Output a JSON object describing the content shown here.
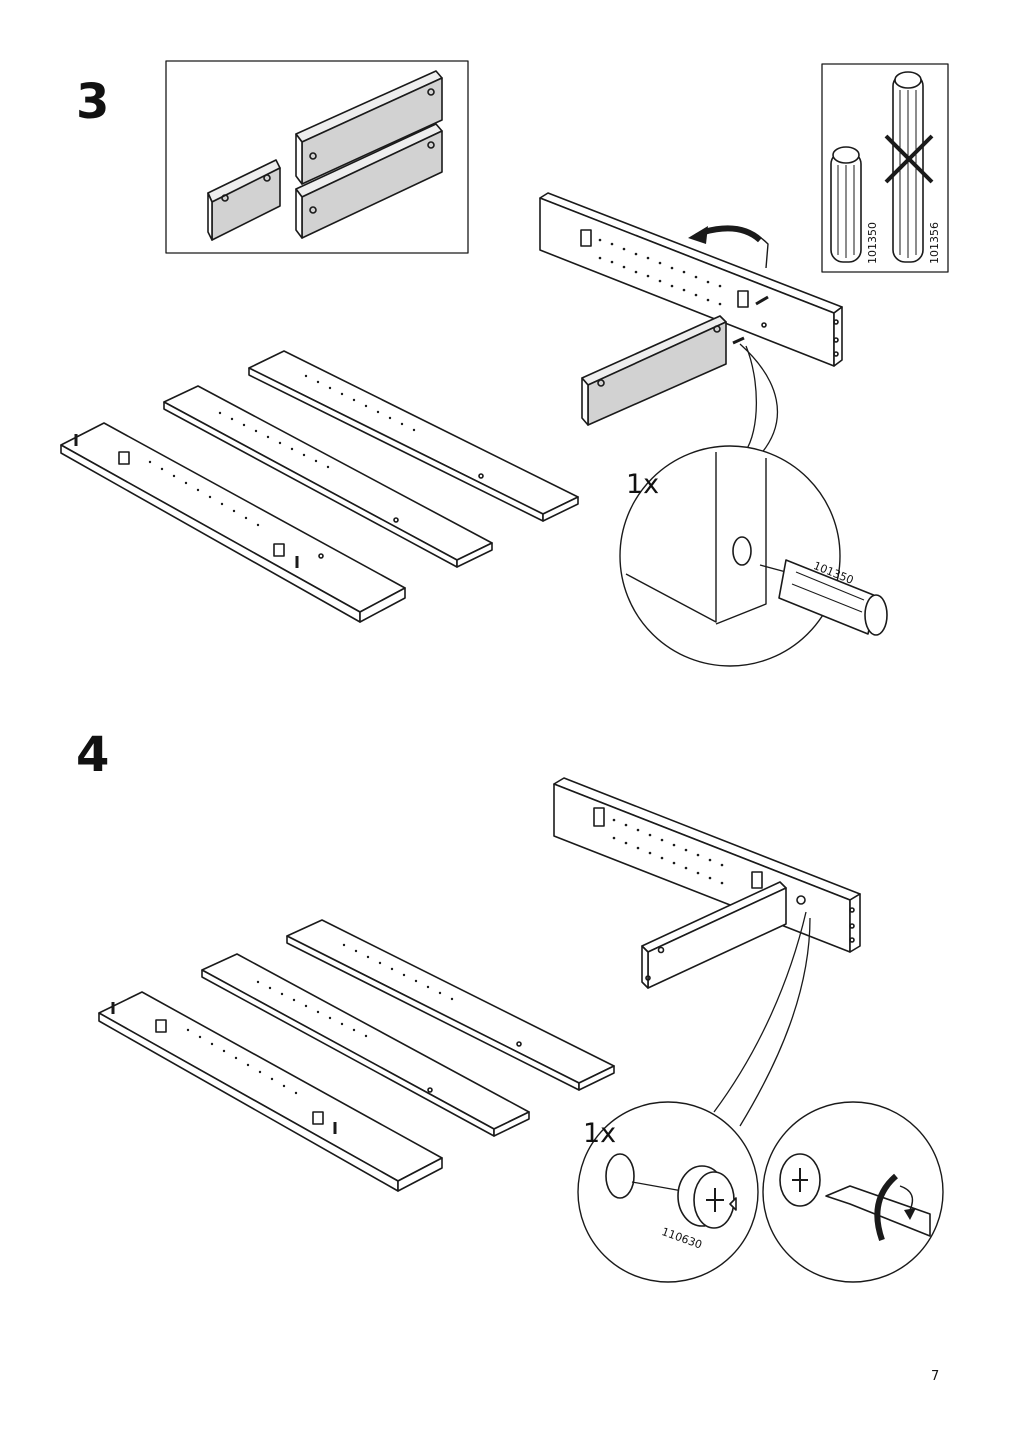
{
  "steps": [
    {
      "number": "3",
      "quantity_label": "1x",
      "part_number": "101350",
      "inset": {
        "correct_part": "101350",
        "wrong_part": "101356"
      }
    },
    {
      "number": "4",
      "quantity_label": "1x",
      "part_number": "110630"
    }
  ],
  "page_number": "7",
  "colors": {
    "line": "#1a1a1a",
    "panel_fill": "#d2d2d2",
    "background": "#ffffff"
  }
}
